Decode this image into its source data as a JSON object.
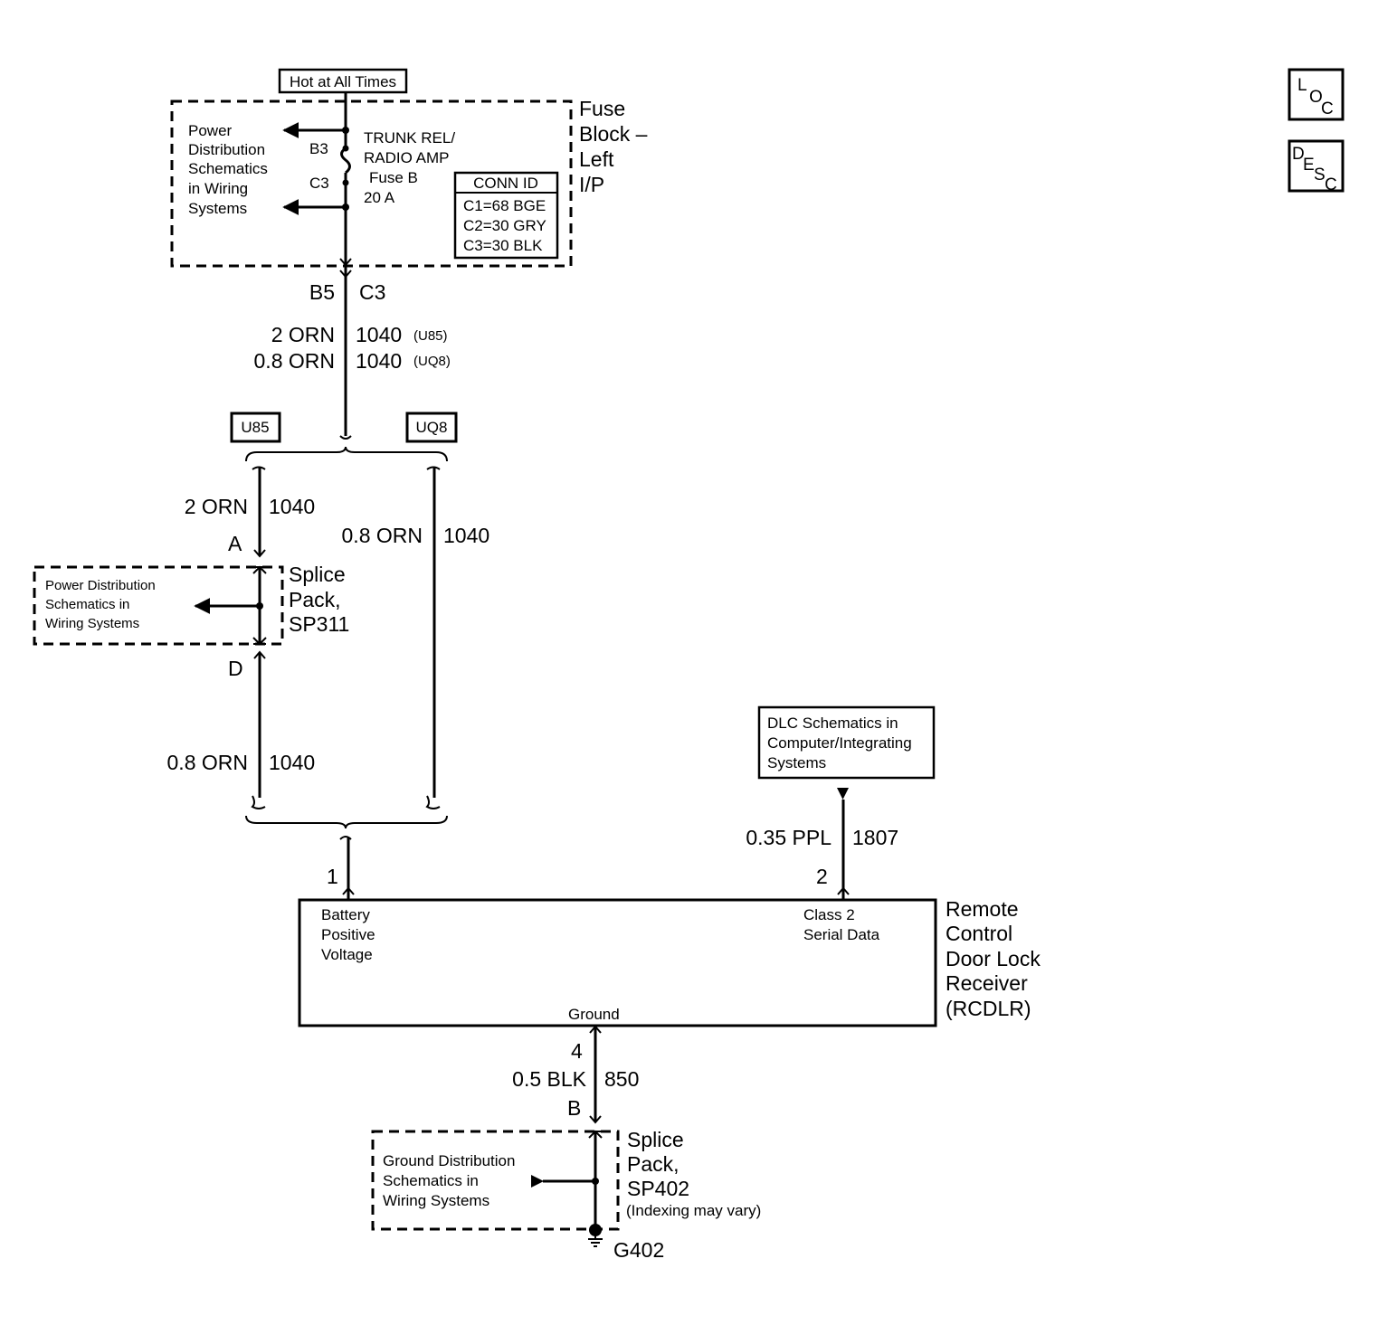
{
  "hot_label": "Hot at All Times",
  "fuse_block": {
    "title_lines": [
      "Fuse",
      "Block –",
      "Left",
      "I/P"
    ],
    "power_ref_lines": [
      "Power",
      "Distribution",
      "Schematics",
      "in Wiring",
      "Systems"
    ],
    "pin_top": "B3",
    "pin_bottom": "C3",
    "fuse_lines": [
      "TRUNK REL/",
      "RADIO AMP",
      "Fuse B",
      "20 A"
    ],
    "conn_id": {
      "title": "CONN ID",
      "rows": [
        "C1=68 BGE",
        "C2=30 GRY",
        "C3=30 BLK"
      ]
    }
  },
  "fuse_output": {
    "pin_left": "B5",
    "pin_right": "C3",
    "wire_u85": {
      "gauge_color": "2 ORN",
      "circuit": "1040",
      "option": "(U85)"
    },
    "wire_uq8": {
      "gauge_color": "0.8 ORN",
      "circuit": "1040",
      "option": "(UQ8)"
    }
  },
  "options": {
    "left": "U85",
    "right": "UQ8"
  },
  "u85_branch": {
    "wire_top": {
      "gauge_color": "2 ORN",
      "circuit": "1040"
    },
    "pin_in": "A",
    "pin_out": "D",
    "wire_bottom": {
      "gauge_color": "0.8 ORN",
      "circuit": "1040"
    }
  },
  "uq8_branch": {
    "gauge_color": "0.8 ORN",
    "circuit": "1040"
  },
  "splice_sp311": {
    "title_lines": [
      "Splice",
      "Pack,",
      "SP311"
    ],
    "ref_lines": [
      "Power Distribution",
      "Schematics in",
      "Wiring Systems"
    ]
  },
  "dlc": {
    "ref_lines": [
      "DLC Schematics in",
      "Computer/Integrating",
      "Systems"
    ],
    "wire": {
      "gauge_color": "0.35 PPL",
      "circuit": "1807"
    }
  },
  "receiver": {
    "title_lines": [
      "Remote",
      "Control",
      "Door Lock",
      "Receiver",
      "(RCDLR)"
    ],
    "pin1": "1",
    "pin1_label_lines": [
      "Battery",
      "Positive",
      "Voltage"
    ],
    "pin2": "2",
    "pin2_label_lines": [
      "Class 2",
      "Serial Data"
    ],
    "ground_label": "Ground",
    "pin4": "4"
  },
  "ground_wire": {
    "gauge_color": "0.5 BLK",
    "circuit": "850",
    "pin": "B"
  },
  "splice_sp402": {
    "title_lines": [
      "Splice",
      "Pack,",
      "SP402"
    ],
    "note": "(Indexing may vary)",
    "ref_lines": [
      "Ground Distribution",
      "Schematics in",
      "Wiring Systems"
    ]
  },
  "ground_point": "G402",
  "nav_icons": [
    {
      "letters": [
        "L",
        "O",
        "C"
      ]
    },
    {
      "letters": [
        "D",
        "E",
        "S",
        "C"
      ]
    }
  ]
}
